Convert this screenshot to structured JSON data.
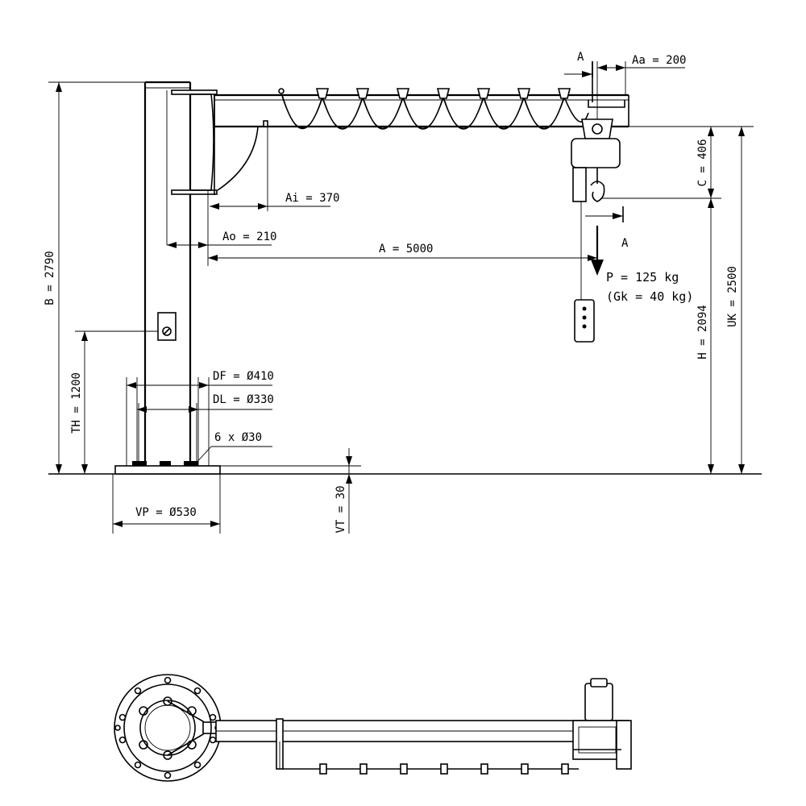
{
  "elevation": {
    "dimensions": {
      "B": "B = 2790",
      "TH": "TH = 1200",
      "Ai": "Ai = 370",
      "Ao": "Ao = 210",
      "A": "A = 5000",
      "Aa": "Aa = 200",
      "C": "C = 406",
      "H": "H = 2094",
      "UK": "UK = 2500",
      "DF": "DF = Ø410",
      "DL": "DL = Ø330",
      "bolts": "6 x Ø30",
      "VP": "VP = Ø530",
      "VT": "VT = 30"
    },
    "section_marks": {
      "top": "A",
      "bottom": "A"
    },
    "load": {
      "line1": "P = 125 kg",
      "line2": "(Gk = 40 kg)"
    }
  },
  "plan": {}
}
